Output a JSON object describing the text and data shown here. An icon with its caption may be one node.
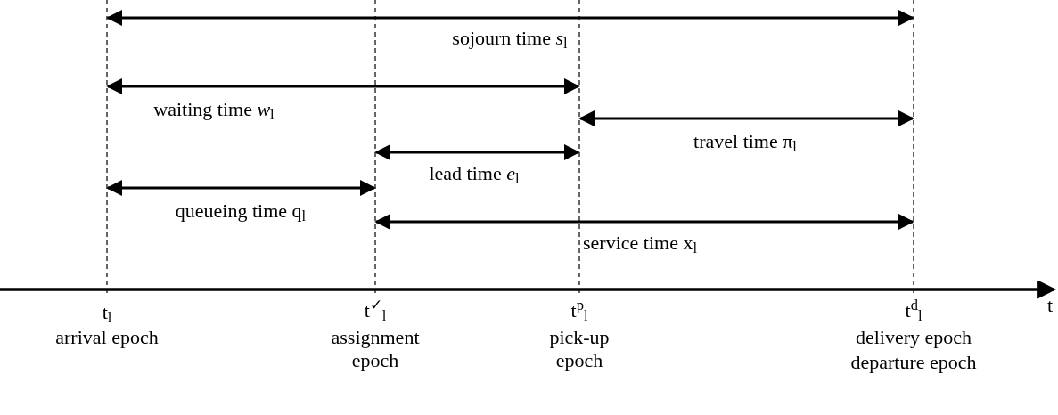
{
  "diagram": {
    "labels": [
      "sojourn time *s*$_{l}$",
      "waiting time *w*$_{l}$",
      "travel time π$_{l}$",
      "lead time *e*$_{l}$",
      "queueing time q$_{l}$",
      "service time x$_{l}$",
      "t",
      "t$_{l}$",
      "t$^{✓}$$_{l}$",
      "t$^{p}$$_{l}$",
      "t$^{d}$$_{l}$",
      "arrival epoch",
      "assignment epoch",
      "pick-up epoch",
      "delivery epoch",
      "departure epoch"
    ]
  }
}
